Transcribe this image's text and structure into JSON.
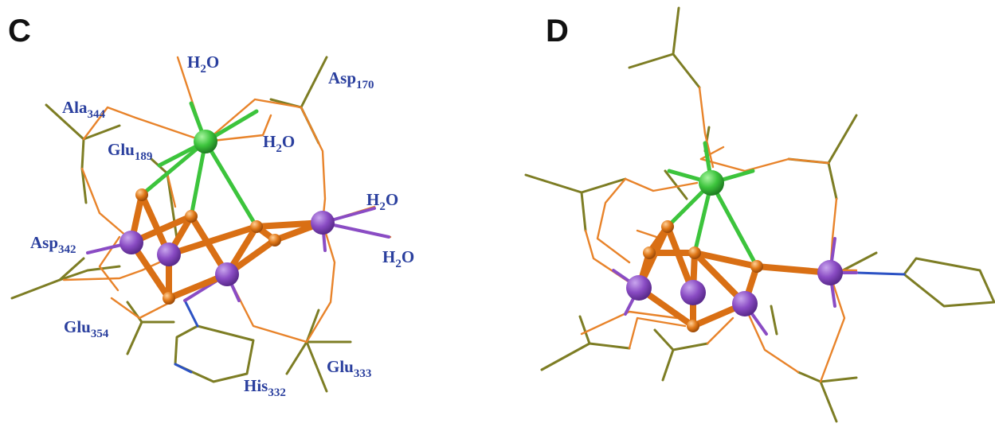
{
  "panels": [
    {
      "letter": "C"
    },
    {
      "letter": "D"
    }
  ],
  "labels": {
    "h2o_top": {
      "base": "H",
      "sub": "2",
      "rest": "O"
    },
    "asp170": {
      "base": "Asp",
      "sub": "170"
    },
    "ala344": {
      "base": "Ala",
      "sub": "344"
    },
    "glu189": {
      "base": "Glu",
      "sub": "189"
    },
    "h2o_mid": {
      "base": "H",
      "sub": "2",
      "rest": "O"
    },
    "h2o_right1": {
      "base": "H",
      "sub": "2",
      "rest": "O"
    },
    "asp342": {
      "base": "Asp",
      "sub": "342"
    },
    "h2o_right2": {
      "base": "H",
      "sub": "2",
      "rest": "O"
    },
    "glu354": {
      "base": "Glu",
      "sub": "354"
    },
    "glu333": {
      "base": "Glu",
      "sub": "333"
    },
    "his332": {
      "base": "His",
      "sub": "332"
    }
  },
  "colors": {
    "ligand_chain": "#e8832a",
    "sidechain": "#7d7d24",
    "calcium": "#3cc43c",
    "manganese": "#8a4cc4",
    "oxygen": "#e07818",
    "nitrogen": "#2c52c4",
    "label_text": "#2a3f9e"
  }
}
